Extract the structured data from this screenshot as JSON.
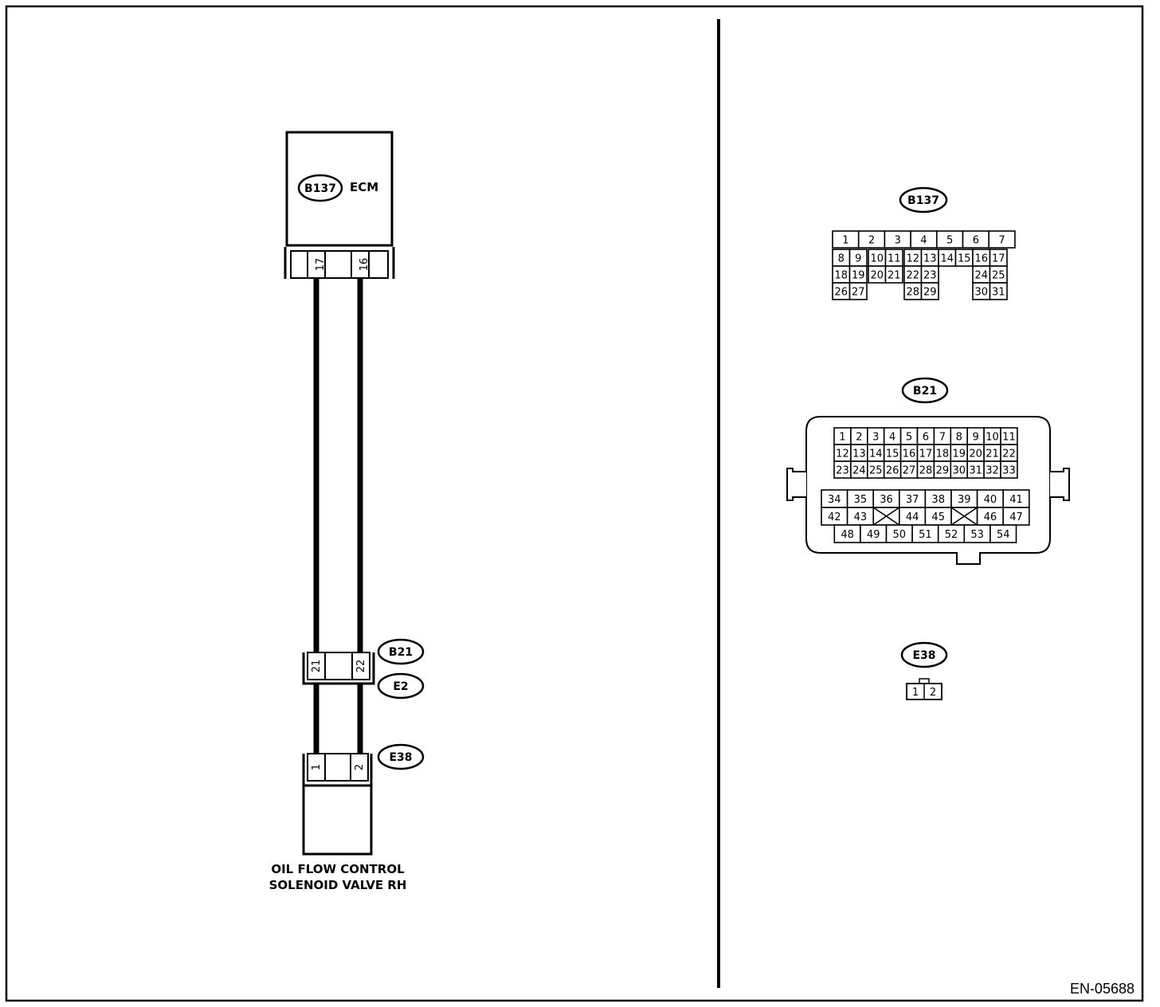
{
  "ecm": {
    "code": "B137",
    "name": "ECM",
    "pin_a": "17",
    "pin_b": "16"
  },
  "joint": {
    "code_top": "B21",
    "code_bottom": "E2",
    "pin_a": "21",
    "pin_b": "22"
  },
  "valve": {
    "code": "E38",
    "pin_a": "1",
    "pin_b": "2",
    "label_line1": "OIL FLOW CONTROL",
    "label_line2": "SOLENOID VALVE RH"
  },
  "connectors": {
    "b137": {
      "code": "B137",
      "rows": [
        [
          "1",
          "2",
          "3",
          "4",
          "5",
          "6",
          "7"
        ],
        [
          "8",
          "9",
          "10",
          "11",
          "12",
          "13",
          "14",
          "15",
          "16",
          "17"
        ],
        [
          "18",
          "19",
          "20",
          "21",
          "22",
          "23",
          "24",
          "25"
        ],
        [
          "26",
          "27",
          "28",
          "29",
          "30",
          "31"
        ]
      ]
    },
    "b21": {
      "code": "B21",
      "upper_rows": [
        [
          "1",
          "2",
          "3",
          "4",
          "5",
          "6",
          "7",
          "8",
          "9",
          "10",
          "11"
        ],
        [
          "12",
          "13",
          "14",
          "15",
          "16",
          "17",
          "18",
          "19",
          "20",
          "21",
          "22"
        ],
        [
          "23",
          "24",
          "25",
          "26",
          "27",
          "28",
          "29",
          "30",
          "31",
          "32",
          "33"
        ]
      ],
      "lower_rows": [
        [
          "34",
          "35",
          "36",
          "37",
          "38",
          "39",
          "40",
          "41"
        ],
        [
          "42",
          "43",
          "44",
          "45",
          "46",
          "47"
        ],
        [
          "48",
          "49",
          "50",
          "51",
          "52",
          "53",
          "54"
        ]
      ]
    },
    "e38": {
      "code": "E38",
      "pins": [
        "1",
        "2"
      ]
    }
  },
  "figure_id": "EN-05688"
}
